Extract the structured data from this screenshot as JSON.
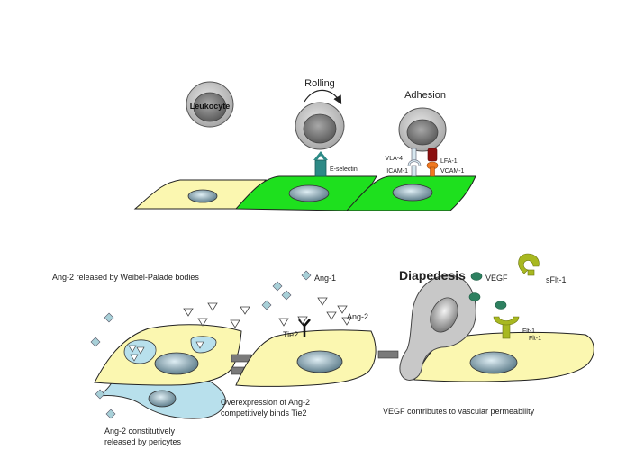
{
  "top_panel": {
    "leukocyte_label": "Leukocyte",
    "rolling_label": "Rolling",
    "adhesion_label": "Adhesion",
    "e_selectin_label": "E-selectin",
    "vla4_label": "VLA-4",
    "lfa1_label": "LFA-1",
    "icam1_label": "ICAM-1",
    "vcam1_label": "VCAM-1"
  },
  "bottom_panel": {
    "weibel_palade_label": "Ang-2 released by Weibel-Palade bodies",
    "ang1_label": "Ang-1",
    "ang2_label": "Ang-2",
    "tie2_label": "Tie2",
    "diapedesis_label": "Diapedesis",
    "vegf_label": "VEGF",
    "sflt1_label": "sFlt-1",
    "flt1_label_a": "Flt-1",
    "flt1_label_b": "Flt-1",
    "pericyte_caption_line1": "Ang-2 constitutively",
    "pericyte_caption_line2": "released by pericytes",
    "overexpression_line1": "Overexpression of Ang-2",
    "overexpression_line2": "competitively binds Tie2",
    "vegf_caption": "VEGF contributes to vascular permeability"
  },
  "colors": {
    "resting_cell": "#fbf7b0",
    "activated_cell": "#1ee01e",
    "pericyte": "#b8e0ec",
    "nucleus": "#7f9eac",
    "leukocyte_outer": "#c4c4c4",
    "leukocyte_inner": "#7a7a7a",
    "e_selectin": "#2d8a86",
    "lfa1": "#8b1010",
    "vcam1": "#f07820",
    "vla4": "#d8e8f0",
    "flt1": "#a8b820",
    "vegf": "#2e8060",
    "junction": "#7a7a7a",
    "ang": "#a8d0d8"
  }
}
